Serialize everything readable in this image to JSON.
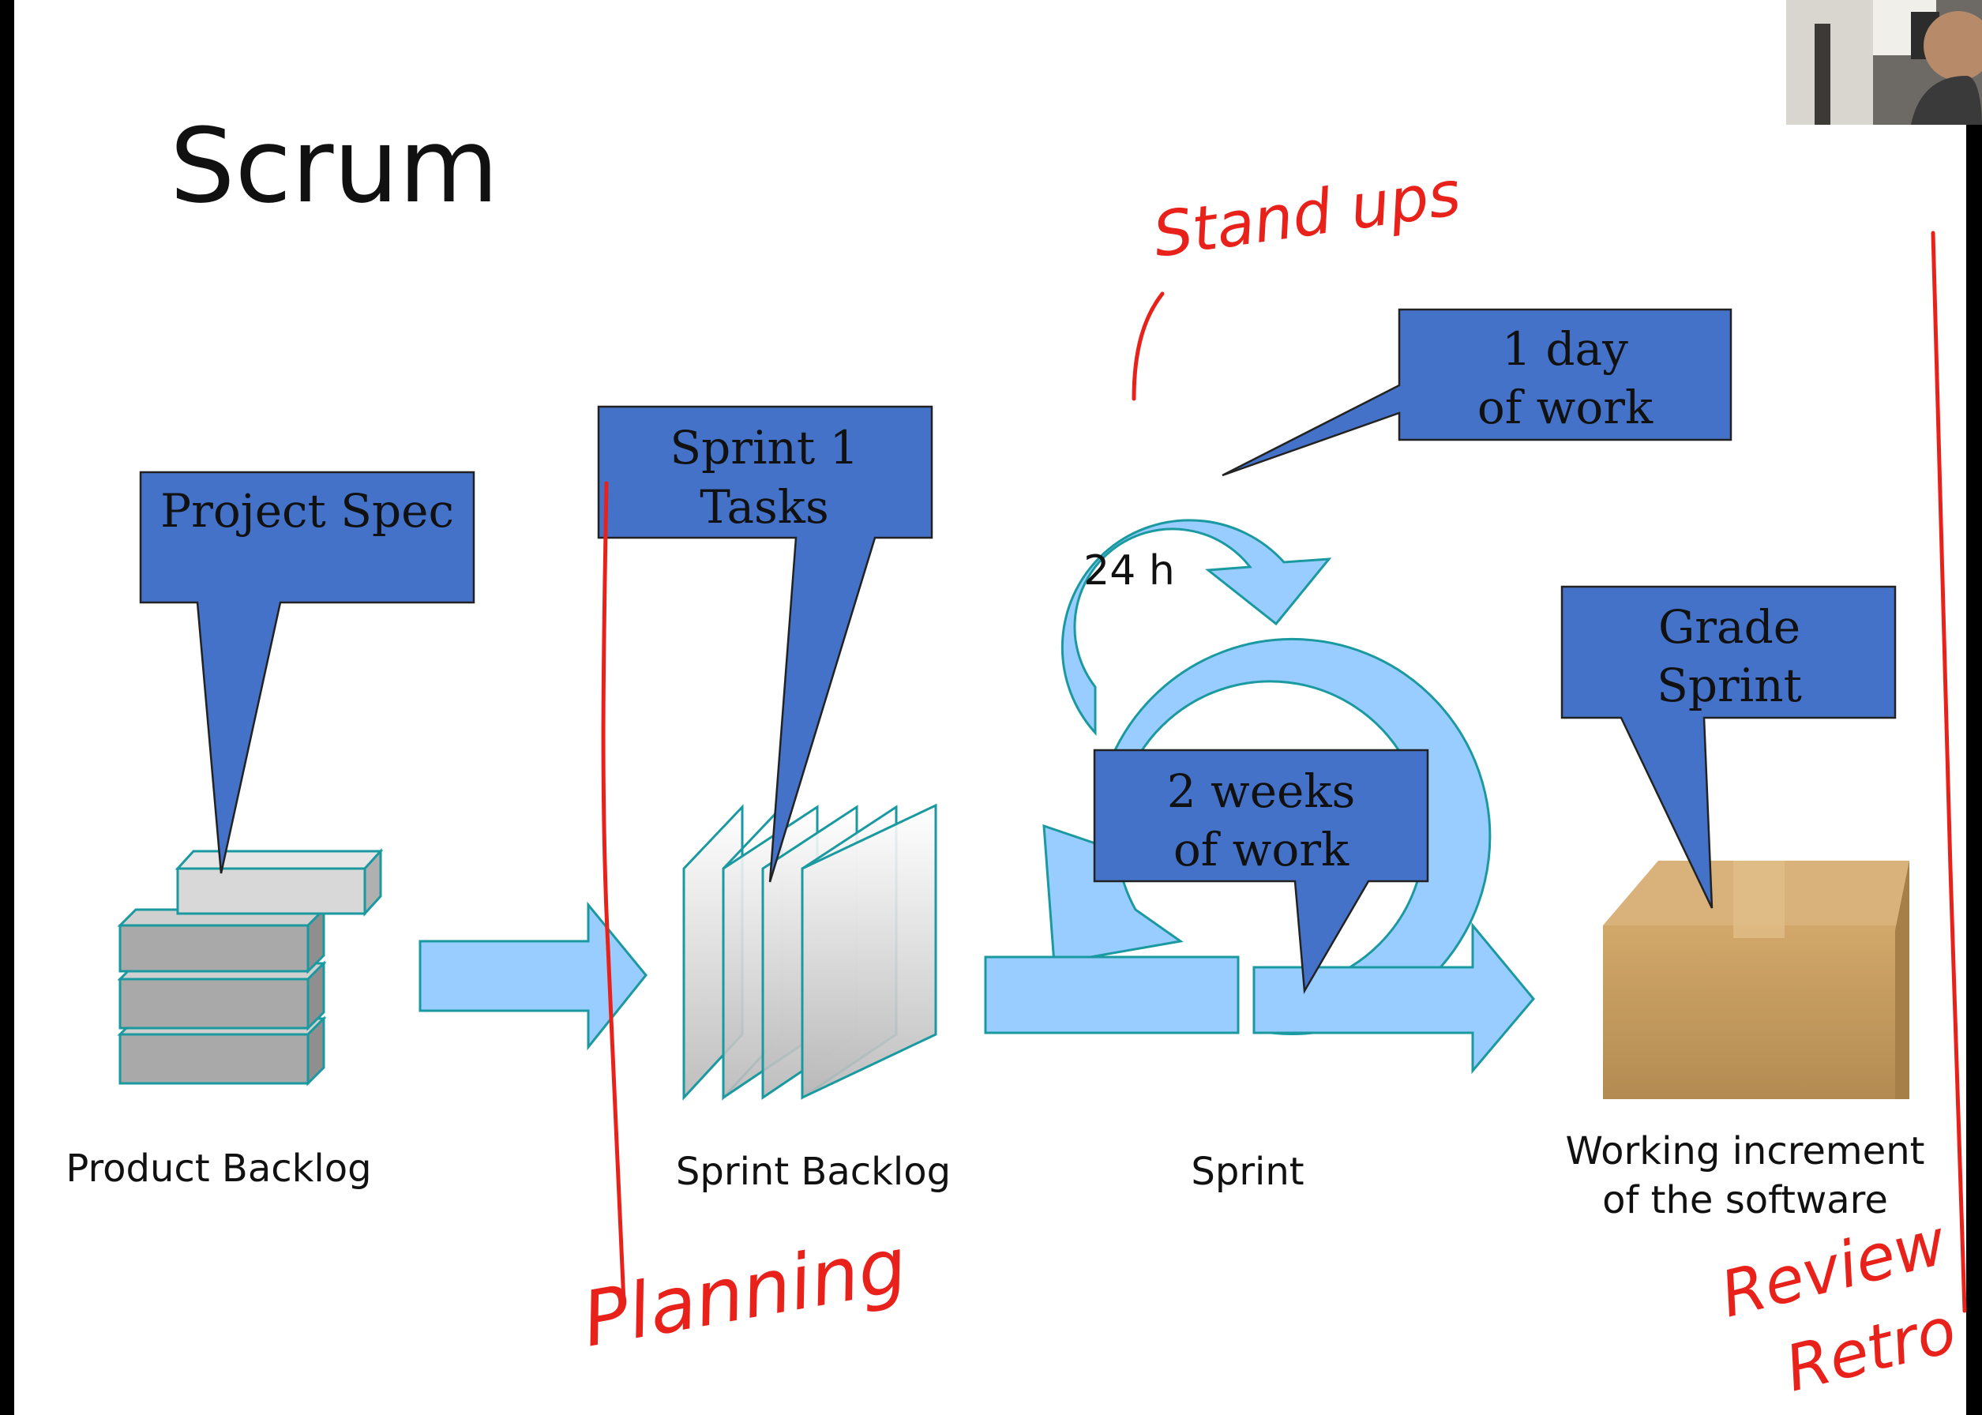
{
  "slide": {
    "title": "Scrum",
    "colors": {
      "callout_fill": "#4472c8",
      "arrow_fill": "#99ccff",
      "arrow_stroke": "#1a9aa0",
      "ink": "#e8221a",
      "box": "#c69c5e",
      "backlog_block": "#a9a9a9"
    }
  },
  "stages": {
    "product_backlog": "Product Backlog",
    "sprint_backlog": "Sprint Backlog",
    "sprint": "Sprint",
    "increment_line1": "Working increment",
    "increment_line2": "of the software"
  },
  "callouts": {
    "project_spec": "Project Spec",
    "sprint_tasks_line1": "Sprint 1",
    "sprint_tasks_line2": "Tasks",
    "one_day_line1": "1 day",
    "one_day_line2": "of work",
    "two_weeks_line1": "2 weeks",
    "two_weeks_line2": "of work",
    "grade_line1": "Grade",
    "grade_line2": "Sprint"
  },
  "cycle": {
    "daily_label": "24 h"
  },
  "annotations": {
    "standups": "Stand ups",
    "planning": "Planning",
    "review": "Review",
    "retro": "Retro"
  },
  "webcam": {
    "icon": "presenter-webcam-icon"
  }
}
